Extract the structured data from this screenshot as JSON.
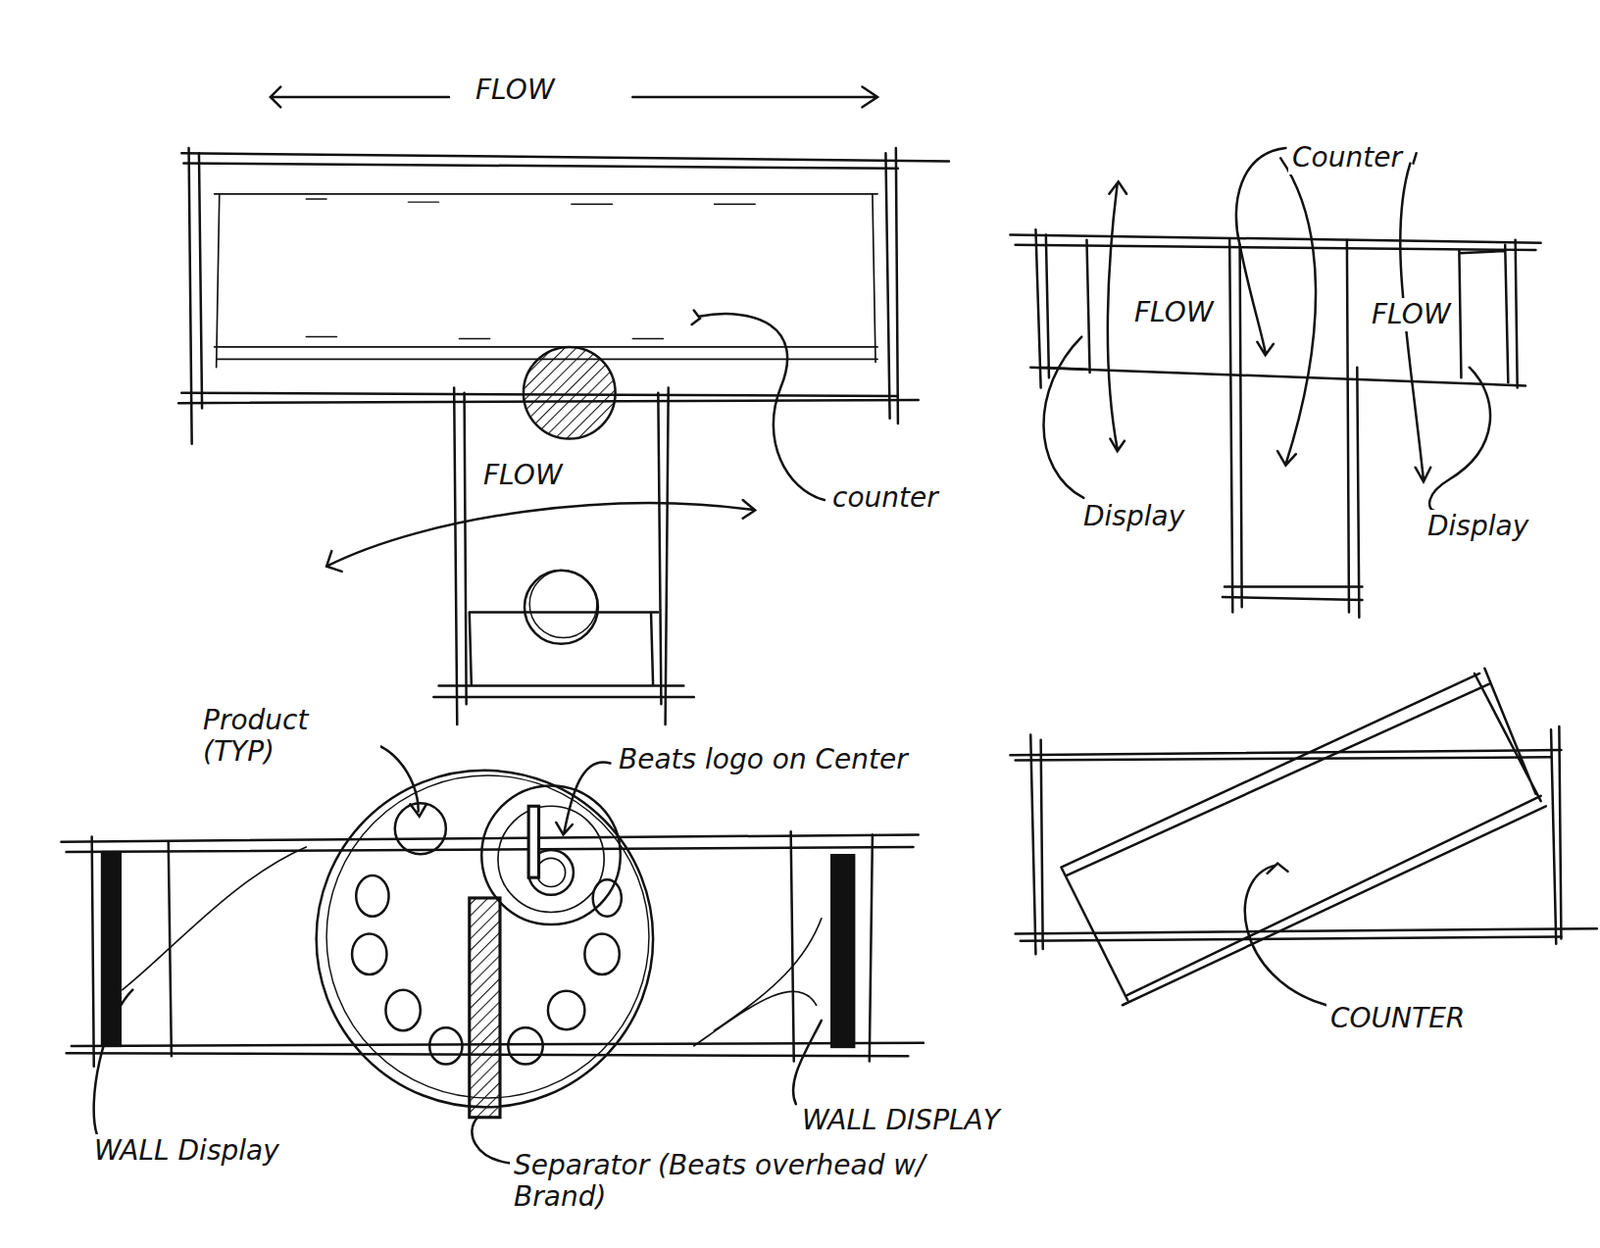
{
  "diagram": {
    "labels": [
      "FLOW",
      "FLOW",
      "counter",
      "Counter",
      "FLOW",
      "FLOW",
      "Display",
      "Display",
      "Product (TYP)",
      "Beats logo on Center",
      "WALL Display",
      "WALL DISPLAY",
      "Separator (Beats overhead w/ Brand)",
      "COUNTER"
    ]
  }
}
